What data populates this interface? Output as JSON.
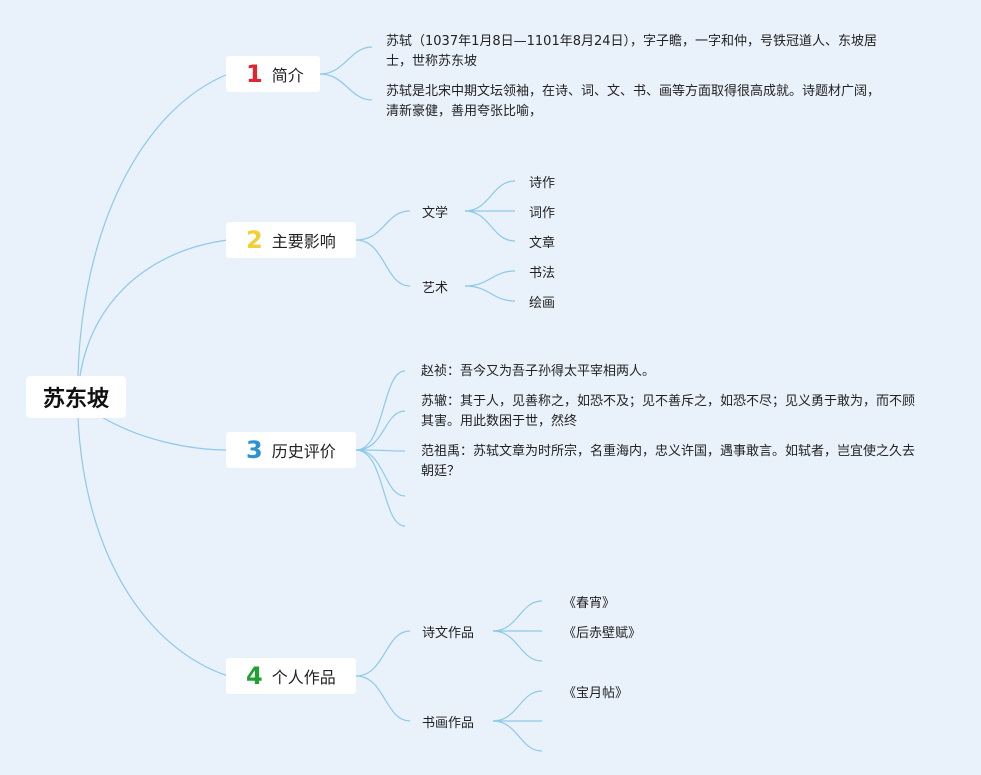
{
  "root": {
    "title": "苏东坡"
  },
  "colors": {
    "line": "#8ec9ea",
    "n1": "#e0262f",
    "n2": "#f3cf34",
    "n3": "#2a93d0",
    "n4": "#23a033"
  },
  "branches": [
    {
      "number": "1",
      "label": "简介",
      "paragraphs": [
        "苏轼（1037年1月8日—1101年8月24日），字子瞻，一字和仲，号铁冠道人、东坡居士，世称苏东坡",
        "苏轼是北宋中期文坛领袖，在诗、词、文、书、画等方面取得很高成就。诗题材广阔，清新豪健，善用夸张比喻，"
      ]
    },
    {
      "number": "2",
      "label": "主要影响",
      "groups": [
        {
          "label": "文学",
          "items": [
            "诗作",
            "词作",
            "文章"
          ]
        },
        {
          "label": "艺术",
          "items": [
            "书法",
            "绘画"
          ]
        }
      ]
    },
    {
      "number": "3",
      "label": "历史评价",
      "quotes": [
        "赵祯：吾今又为吾子孙得太平宰相两人。",
        "苏辙：其于人，见善称之，如恐不及；见不善斥之，如恐不尽；见义勇于敢为，而不顾其害。用此数困于世，然终",
        "范祖禹：苏轼文章为时所宗，名重海内，忠义许国，遇事敢言。如轼者，岂宜使之久去朝廷？"
      ]
    },
    {
      "number": "4",
      "label": "个人作品",
      "groups": [
        {
          "label": "诗文作品",
          "items": [
            "《春宵》",
            "《后赤壁赋》"
          ]
        },
        {
          "label": "书画作品",
          "items": [
            "《宝月帖》"
          ]
        }
      ]
    }
  ]
}
